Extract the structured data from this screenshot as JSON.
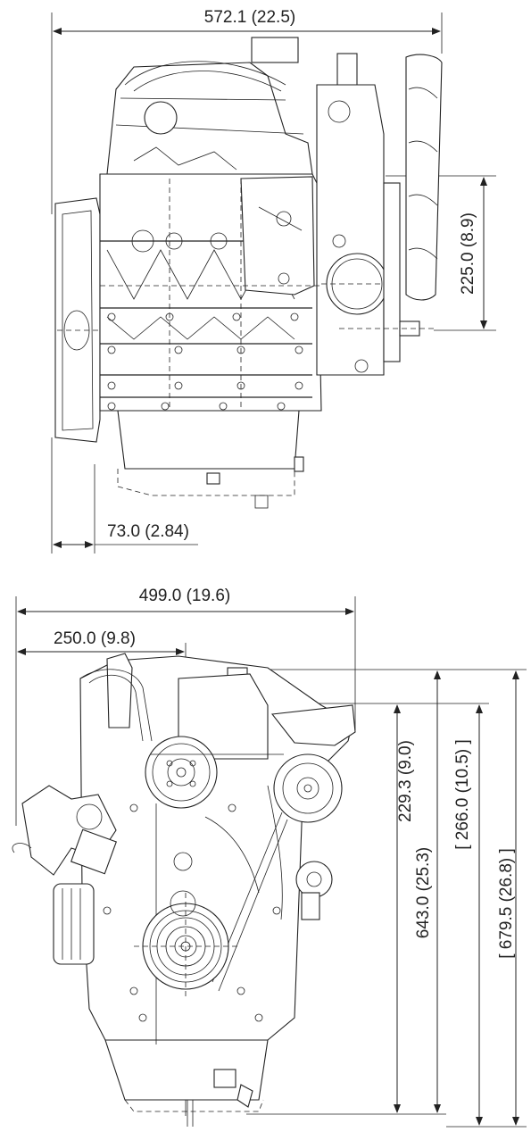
{
  "side_view": {
    "overall_length": "572.1 (22.5)",
    "pulley_height": "225.0 (8.9)",
    "flywheel_offset": "73.0 (2.84)"
  },
  "front_view": {
    "overall_width": "499.0 (19.6)",
    "center_to_side": "250.0 (9.8)",
    "overall_height": "643.0 (25.3)",
    "overall_height_alt": "[ 679.5 (26.8) ]",
    "crank_center_height": "229.3 (9.0)",
    "crank_center_height_alt": "[ 266.0 (10.5) ]"
  }
}
